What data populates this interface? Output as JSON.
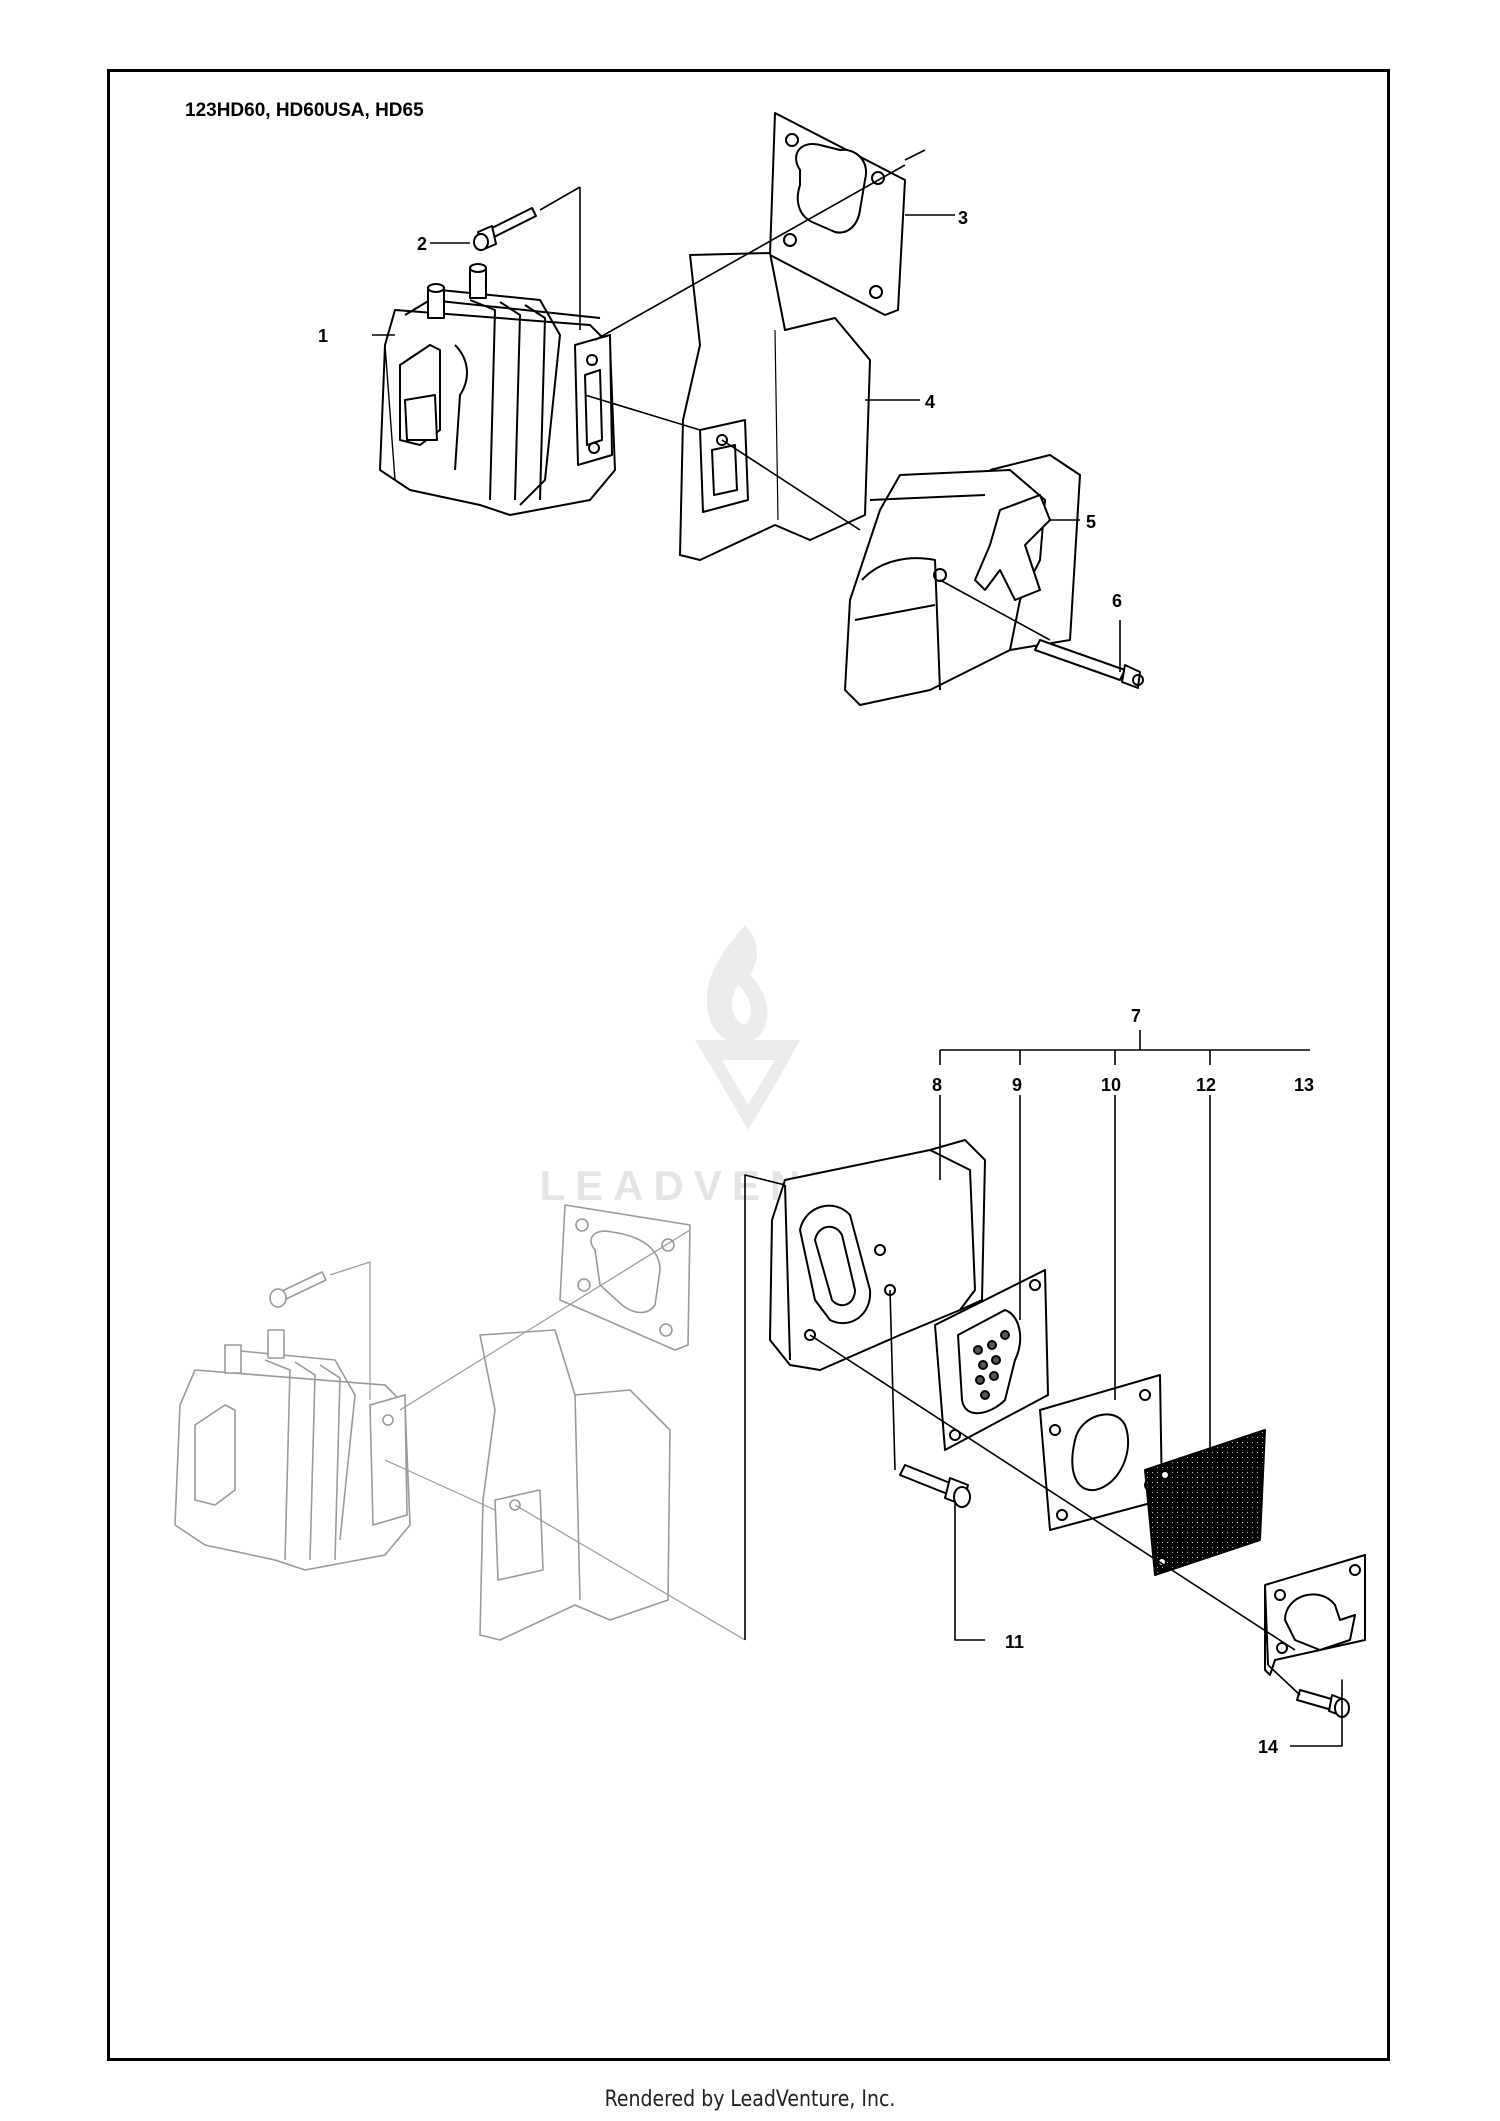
{
  "title": "123HD60, HD60USA, HD65",
  "watermark": "LEADVENTURE",
  "footer": "Rendered by LeadVenture, Inc.",
  "callouts": {
    "c1": "1",
    "c2": "2",
    "c3": "3",
    "c4": "4",
    "c5": "5",
    "c6": "6",
    "c7": "7",
    "c8": "8",
    "c9": "9",
    "c10": "10",
    "c11": "11",
    "c12": "12",
    "c13": "13",
    "c14": "14"
  }
}
